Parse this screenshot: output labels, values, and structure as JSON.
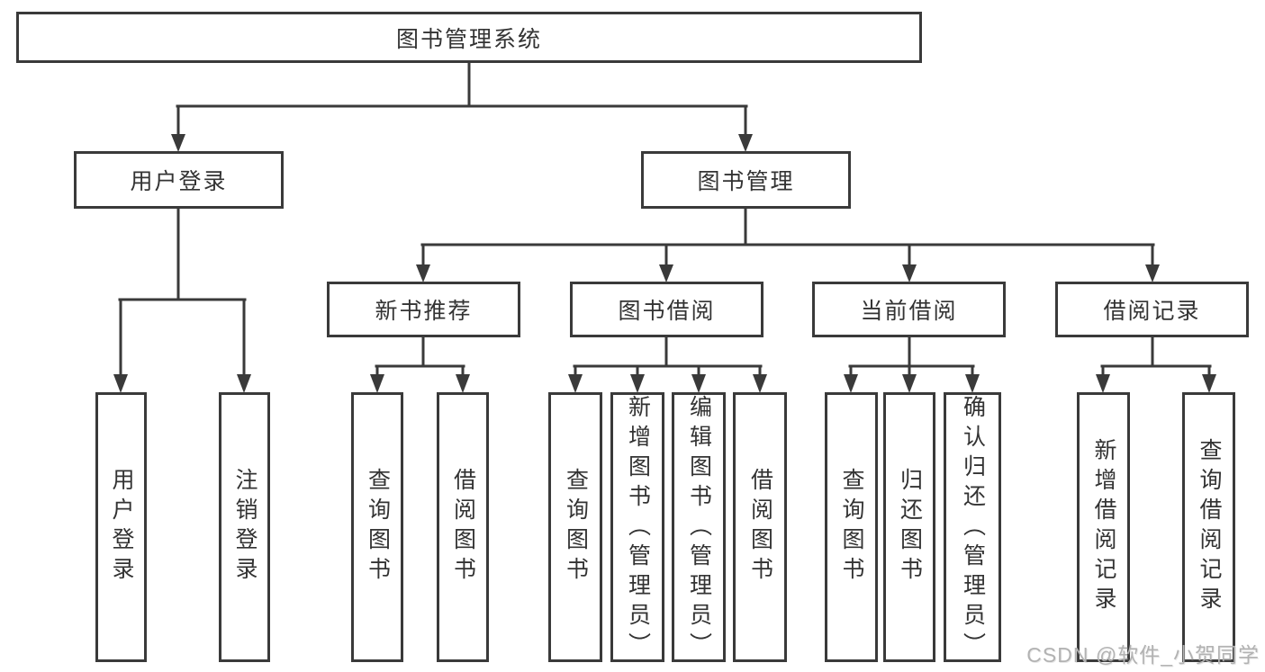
{
  "colors": {
    "line": "#3a3a3a",
    "text": "#333333",
    "background": "#ffffff",
    "watermark": "#b2b2b2"
  },
  "tree": {
    "label": "图书管理系统",
    "children": [
      {
        "label": "用户登录",
        "children": [
          {
            "label": "用户登录"
          },
          {
            "label": "注销登录"
          }
        ]
      },
      {
        "label": "图书管理",
        "children": [
          {
            "label": "新书推荐",
            "children": [
              {
                "label": "查询图书"
              },
              {
                "label": "借阅图书"
              }
            ]
          },
          {
            "label": "图书借阅",
            "children": [
              {
                "label": "查询图书"
              },
              {
                "label": "新增图书（管理员）"
              },
              {
                "label": "编辑图书（管理员）"
              },
              {
                "label": "借阅图书"
              }
            ]
          },
          {
            "label": "当前借阅",
            "children": [
              {
                "label": "查询图书"
              },
              {
                "label": "归还图书"
              },
              {
                "label": "确认归还（管理员）"
              }
            ]
          },
          {
            "label": "借阅记录",
            "children": [
              {
                "label": "新增借阅记录"
              },
              {
                "label": "查询借阅记录"
              }
            ]
          }
        ]
      }
    ]
  },
  "watermark": {
    "text": "CSDN @软件_小贺同学"
  }
}
